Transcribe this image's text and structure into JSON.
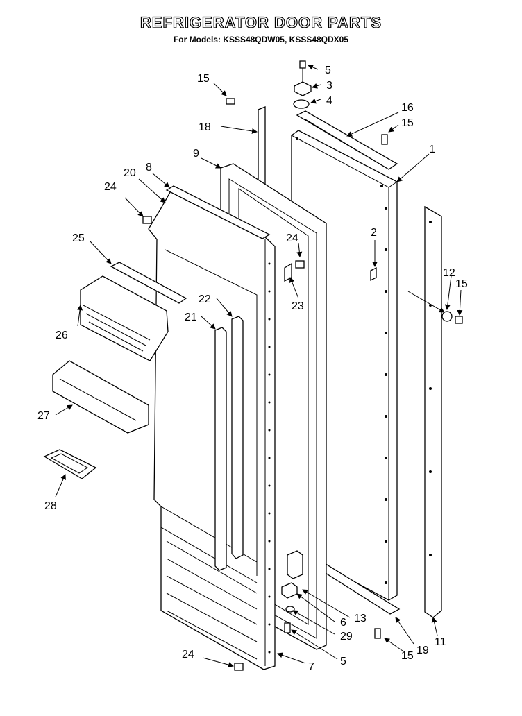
{
  "title": "REFRIGERATOR DOOR PARTS",
  "subtitle": "For Models: KSSS48QDW05, KSSS48QDX05",
  "callouts": [
    "1",
    "2",
    "3",
    "4",
    "5",
    "5",
    "6",
    "7",
    "8",
    "9",
    "11",
    "12",
    "13",
    "15",
    "15",
    "15",
    "15",
    "16",
    "18",
    "19",
    "20",
    "21",
    "22",
    "23",
    "24",
    "24",
    "24",
    "25",
    "26",
    "27",
    "28",
    "29"
  ]
}
